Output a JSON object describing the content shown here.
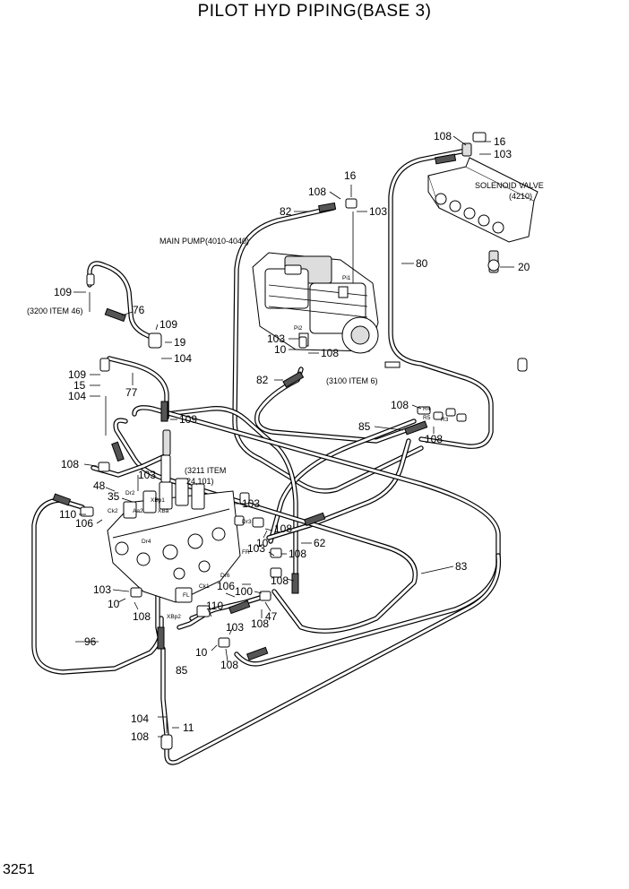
{
  "title": "PILOT HYD PIPING(BASE 3)",
  "page_number": "3251",
  "labels": {
    "main_pump": "MAIN PUMP(4010-4040)",
    "solenoid_valve": "SOLENOID VALVE",
    "solenoid_valve_ref": "(4210)",
    "ref_3200": "(3200 ITEM 46)",
    "ref_3100": "(3100 ITEM 6)",
    "ref_3211_a": "(3211 ITEM",
    "ref_3211_b": "24,101)"
  },
  "ports": {
    "pi1": "Pi1",
    "pi2": "Pi2",
    "r4": "R4",
    "r5": "R5",
    "r3": "R3",
    "dr2": "Dr2",
    "ck2": "Ck2",
    "aa2": "Aa2",
    "xbp1": "XBp1",
    "xba": "XBa",
    "dr4": "Dr4",
    "dr3": "Dr3",
    "fr": "FR",
    "dr6": "Dr6",
    "ck1": "Ck1",
    "fl": "FL",
    "xbp2": "XBp2"
  },
  "callouts": [
    {
      "id": "c108a",
      "text": "108"
    },
    {
      "id": "c16a",
      "text": "16"
    },
    {
      "id": "c103a",
      "text": "103"
    },
    {
      "id": "c16b",
      "text": "16"
    },
    {
      "id": "c108b",
      "text": "108"
    },
    {
      "id": "c103b",
      "text": "103"
    },
    {
      "id": "c82a",
      "text": "82"
    },
    {
      "id": "c80",
      "text": "80"
    },
    {
      "id": "c20",
      "text": "20"
    },
    {
      "id": "c109a",
      "text": "109"
    },
    {
      "id": "c76",
      "text": "76"
    },
    {
      "id": "c109b",
      "text": "109"
    },
    {
      "id": "c19",
      "text": "19"
    },
    {
      "id": "c104a",
      "text": "104"
    },
    {
      "id": "c103c",
      "text": "103"
    },
    {
      "id": "c10a",
      "text": "10"
    },
    {
      "id": "c108c",
      "text": "108"
    },
    {
      "id": "c109c",
      "text": "109"
    },
    {
      "id": "c15",
      "text": "15"
    },
    {
      "id": "c77",
      "text": "77"
    },
    {
      "id": "c104b",
      "text": "104"
    },
    {
      "id": "c82b",
      "text": "82"
    },
    {
      "id": "c108d",
      "text": "108"
    },
    {
      "id": "c85a",
      "text": "85"
    },
    {
      "id": "c108e",
      "text": "108"
    },
    {
      "id": "c109d",
      "text": "109"
    },
    {
      "id": "c108f",
      "text": "108"
    },
    {
      "id": "c103d",
      "text": "103"
    },
    {
      "id": "c48",
      "text": "48"
    },
    {
      "id": "c35",
      "text": "35"
    },
    {
      "id": "c110a",
      "text": "110"
    },
    {
      "id": "c106a",
      "text": "106"
    },
    {
      "id": "c103e",
      "text": "103"
    },
    {
      "id": "c108g",
      "text": "108"
    },
    {
      "id": "c10b",
      "text": "10"
    },
    {
      "id": "c62",
      "text": "62"
    },
    {
      "id": "c103f",
      "text": "103"
    },
    {
      "id": "c108h",
      "text": "108"
    },
    {
      "id": "c83",
      "text": "83"
    },
    {
      "id": "c103g",
      "text": "103"
    },
    {
      "id": "c10c",
      "text": "10"
    },
    {
      "id": "c108i",
      "text": "108"
    },
    {
      "id": "c106b",
      "text": "106"
    },
    {
      "id": "c100",
      "text": "100"
    },
    {
      "id": "c110b",
      "text": "110"
    },
    {
      "id": "c108j",
      "text": "108"
    },
    {
      "id": "c47",
      "text": "47"
    },
    {
      "id": "c108k",
      "text": "108"
    },
    {
      "id": "c103h",
      "text": "103"
    },
    {
      "id": "c96",
      "text": "96"
    },
    {
      "id": "c10d",
      "text": "10"
    },
    {
      "id": "c108l",
      "text": "108"
    },
    {
      "id": "c85b",
      "text": "85"
    },
    {
      "id": "c104c",
      "text": "104"
    },
    {
      "id": "c11",
      "text": "11"
    },
    {
      "id": "c108m",
      "text": "108"
    }
  ]
}
